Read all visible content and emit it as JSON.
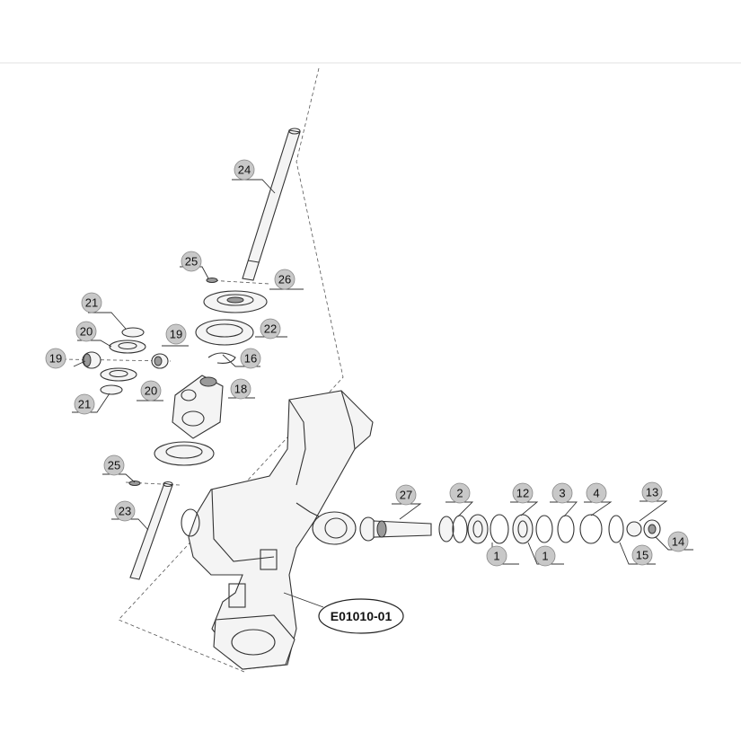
{
  "diagram": {
    "assembly_code": "E01010-01",
    "callouts": [
      {
        "id": "c24",
        "label": "24"
      },
      {
        "id": "c25a",
        "label": "25"
      },
      {
        "id": "c26",
        "label": "26"
      },
      {
        "id": "c21a",
        "label": "21"
      },
      {
        "id": "c22",
        "label": "22"
      },
      {
        "id": "c20a",
        "label": "20"
      },
      {
        "id": "c19a",
        "label": "19"
      },
      {
        "id": "c19b",
        "label": "19"
      },
      {
        "id": "c16",
        "label": "16"
      },
      {
        "id": "c20b",
        "label": "20"
      },
      {
        "id": "c18",
        "label": "18"
      },
      {
        "id": "c21b",
        "label": "21"
      },
      {
        "id": "c25b",
        "label": "25"
      },
      {
        "id": "c23",
        "label": "23"
      },
      {
        "id": "c27",
        "label": "27"
      },
      {
        "id": "c2",
        "label": "2"
      },
      {
        "id": "c12",
        "label": "12"
      },
      {
        "id": "c3",
        "label": "3"
      },
      {
        "id": "c4",
        "label": "4"
      },
      {
        "id": "c13",
        "label": "13"
      },
      {
        "id": "c1a",
        "label": "1"
      },
      {
        "id": "c1b",
        "label": "1"
      },
      {
        "id": "c15",
        "label": "15"
      },
      {
        "id": "c14",
        "label": "14"
      }
    ]
  }
}
